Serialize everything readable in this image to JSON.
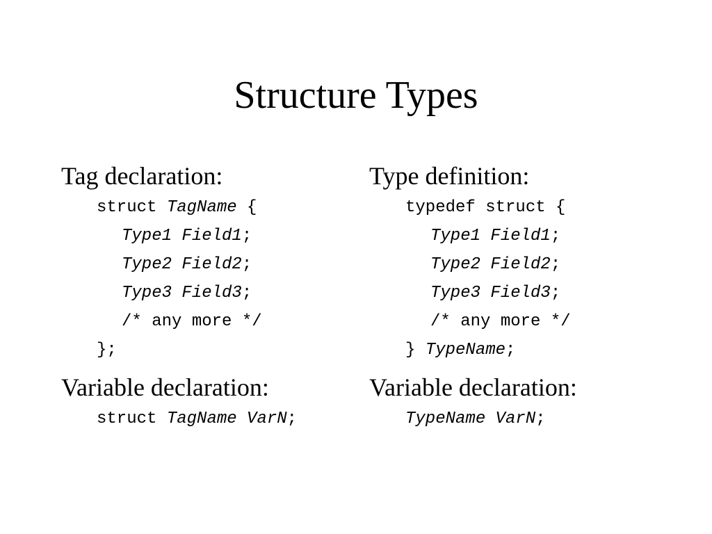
{
  "title": "Structure Types",
  "left": {
    "heading1": "Tag declaration:",
    "code": [
      [
        {
          "t": "struct ",
          "i": false
        },
        {
          "t": "TagName",
          "i": true
        },
        {
          "t": " {",
          "i": false
        }
      ],
      [
        {
          "t": "Type1 Field1",
          "i": true
        },
        {
          "t": ";",
          "i": false
        }
      ],
      [
        {
          "t": "Type2 Field2",
          "i": true
        },
        {
          "t": ";",
          "i": false
        }
      ],
      [
        {
          "t": "Type3 Field3",
          "i": true
        },
        {
          "t": ";",
          "i": false
        }
      ],
      [
        {
          "t": "/* any more */",
          "i": false
        }
      ],
      [
        {
          "t": "};",
          "i": false
        }
      ]
    ],
    "heading2": "Variable declaration:",
    "var_code": [
      {
        "t": "struct ",
        "i": false
      },
      {
        "t": "TagName VarN",
        "i": true
      },
      {
        "t": ";",
        "i": false
      }
    ]
  },
  "right": {
    "heading1": "Type definition:",
    "code": [
      [
        {
          "t": "typedef struct {",
          "i": false
        }
      ],
      [
        {
          "t": "Type1 Field1",
          "i": true
        },
        {
          "t": ";",
          "i": false
        }
      ],
      [
        {
          "t": "Type2 Field2",
          "i": true
        },
        {
          "t": ";",
          "i": false
        }
      ],
      [
        {
          "t": "Type3 Field3",
          "i": true
        },
        {
          "t": ";",
          "i": false
        }
      ],
      [
        {
          "t": "/* any more */",
          "i": false
        }
      ],
      [
        {
          "t": "} ",
          "i": false
        },
        {
          "t": "TypeName",
          "i": true
        },
        {
          "t": ";",
          "i": false
        }
      ]
    ],
    "heading2": "Variable declaration:",
    "var_code": [
      {
        "t": "TypeName VarN",
        "i": true
      },
      {
        "t": ";",
        "i": false
      }
    ]
  }
}
